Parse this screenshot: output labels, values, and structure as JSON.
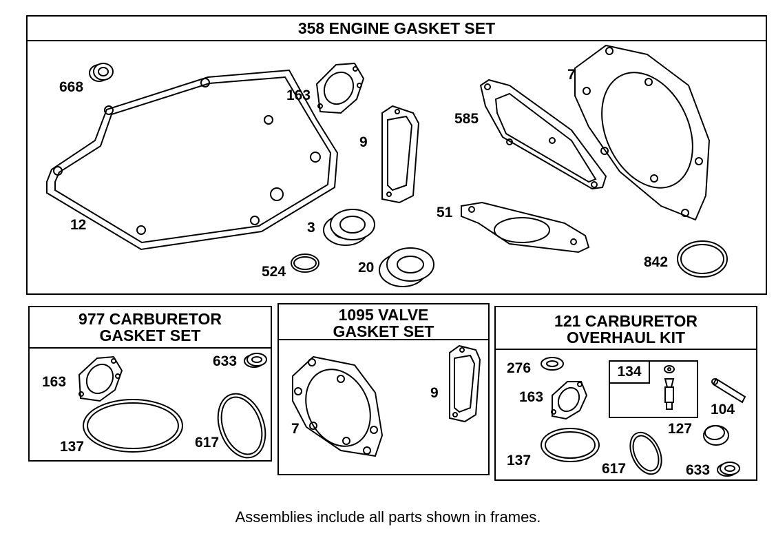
{
  "frames": {
    "engine": {
      "title": "358 ENGINE GASKET SET",
      "labels": {
        "p668": "668",
        "p163": "163",
        "p9": "9",
        "p585": "585",
        "p7": "7",
        "p12": "12",
        "p3": "3",
        "p51": "51",
        "p524": "524",
        "p20": "20",
        "p842": "842"
      }
    },
    "carb977": {
      "title_line1": "977 CARBURETOR",
      "title_line2": "GASKET SET",
      "labels": {
        "p633": "633",
        "p163": "163",
        "p137": "137",
        "p617": "617"
      }
    },
    "valve1095": {
      "title_line1": "1095 VALVE",
      "title_line2": "GASKET SET",
      "labels": {
        "p9": "9",
        "p7": "7"
      }
    },
    "carb121": {
      "title_line1": "121 CARBURETOR",
      "title_line2": "OVERHAUL KIT",
      "subassembly": "134",
      "labels": {
        "p276": "276",
        "p163": "163",
        "p104": "104",
        "p127": "127",
        "p137": "137",
        "p617": "617",
        "p633": "633"
      }
    }
  },
  "footer": "Assemblies include all parts shown in frames."
}
